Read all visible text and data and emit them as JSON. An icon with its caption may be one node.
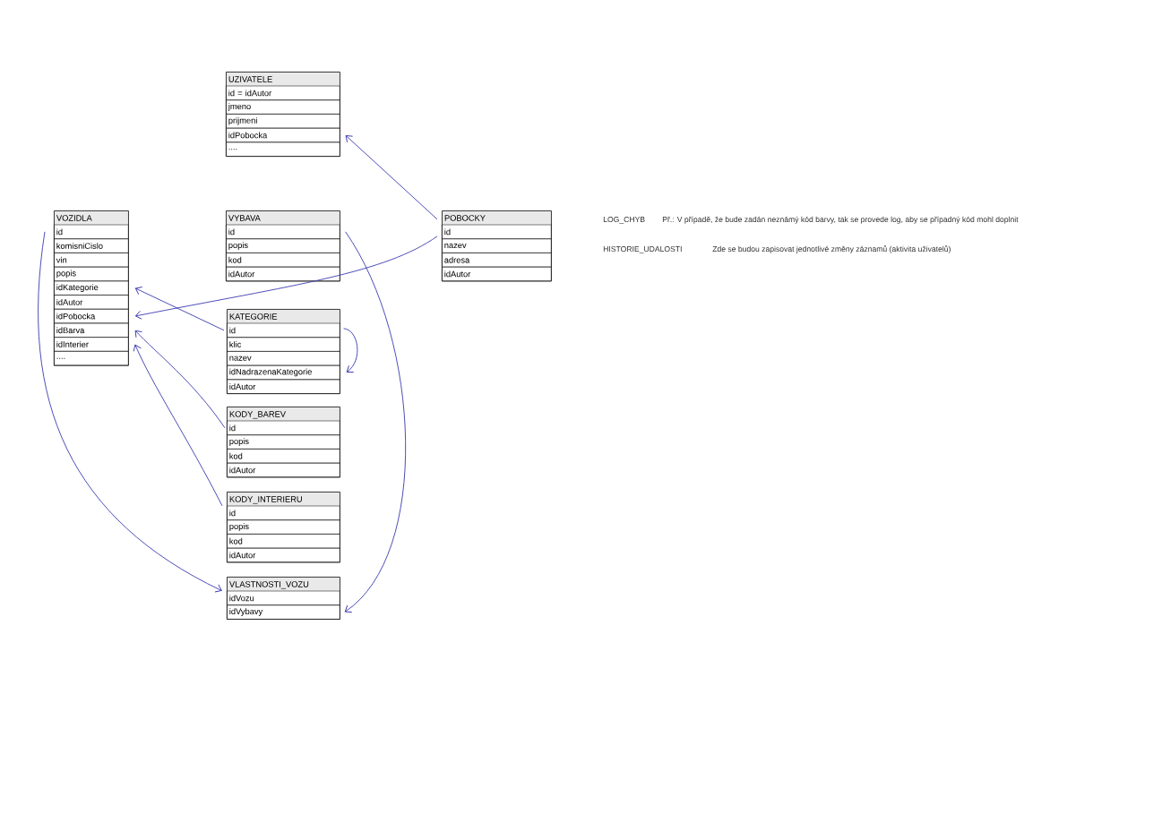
{
  "diagram": {
    "nodes": [
      {
        "text": [
          "UZIVATELE"
        ]
      },
      {
        "text": [
          "id = idAutor"
        ],
        "in": 0
      },
      {
        "text": [
          "jmeno"
        ],
        "in": 0
      },
      {
        "text": [
          "prijmeni"
        ],
        "in": 0
      },
      {
        "text": [
          "idPobocka"
        ],
        "in": 0
      },
      {
        "text": [
          "...."
        ],
        "in": 0
      },
      {
        "text": [
          "VOZIDLA"
        ]
      },
      {
        "text": [
          "id"
        ],
        "in": 6
      },
      {
        "text": [
          "komisniCislo"
        ],
        "in": 6
      },
      {
        "text": [
          "vin"
        ],
        "in": 6
      },
      {
        "text": [
          "popis"
        ],
        "in": 6
      },
      {
        "text": [
          "idKategorie"
        ],
        "in": 6
      },
      {
        "text": [
          "idAutor"
        ],
        "in": 6
      },
      {
        "text": [
          "idPobocka"
        ],
        "in": 6
      },
      {
        "text": [
          "idBarva"
        ],
        "in": 6
      },
      {
        "text": [
          "idInterier"
        ],
        "in": 6
      },
      {
        "text": [
          "...."
        ],
        "in": 6
      },
      {
        "text": [
          "VYBAVA"
        ]
      },
      {
        "text": [
          "id"
        ],
        "in": 17
      },
      {
        "text": [
          "popis"
        ],
        "in": 17
      },
      {
        "text": [
          "kod"
        ],
        "in": 17
      },
      {
        "text": [
          "idAutor"
        ],
        "in": 17
      },
      {
        "text": [
          "POBOCKY"
        ]
      },
      {
        "text": [
          "id"
        ],
        "in": 22
      },
      {
        "text": [
          "nazev"
        ],
        "in": 22
      },
      {
        "text": [
          "adresa"
        ],
        "in": 22
      },
      {
        "text": [
          "idAutor"
        ],
        "in": 22
      },
      {
        "text": [
          "KATEGORIE"
        ]
      },
      {
        "text": [
          "id"
        ],
        "in": 27
      },
      {
        "text": [
          "klic"
        ],
        "in": 27
      },
      {
        "text": [
          "nazev"
        ],
        "in": 27
      },
      {
        "text": [
          "idNadrazenaKategorie"
        ],
        "in": 27
      },
      {
        "text": [
          "idAutor"
        ],
        "in": 27
      },
      {
        "text": [
          "KODY_BAREV"
        ]
      },
      {
        "text": [
          "id"
        ],
        "in": 33
      },
      {
        "text": [
          "popis"
        ],
        "in": 33
      },
      {
        "text": [
          "kod"
        ],
        "in": 33
      },
      {
        "text": [
          "idAutor"
        ],
        "in": 33
      },
      {
        "text": [
          "KODY_INTERIERU"
        ]
      },
      {
        "text": [
          "id"
        ],
        "in": 38
      },
      {
        "text": [
          "popis"
        ],
        "in": 38
      },
      {
        "text": [
          "kod"
        ],
        "in": 38
      },
      {
        "text": [
          "idAutor"
        ],
        "in": 38
      },
      {
        "text": [
          "VLASTNOSTI_VOZU"
        ]
      },
      {
        "text": [
          "idVozu"
        ],
        "in": 43
      },
      {
        "text": [
          "idVybavy"
        ],
        "in": 43
      }
    ],
    "edges": [
      {
        "from": 23,
        "to": 4,
        "arrow": "to"
      },
      {
        "from": 23,
        "to": 13,
        "arrow": "to"
      },
      {
        "from": 28,
        "to": 11,
        "arrow": "to"
      },
      {
        "from": 28,
        "to": 31,
        "arrow": "to"
      },
      {
        "from": 34,
        "to": 14,
        "arrow": "to"
      },
      {
        "from": 39,
        "to": 15,
        "arrow": "to"
      },
      {
        "from": 7,
        "to": 44,
        "arrow": "to"
      },
      {
        "from": 18,
        "to": 45,
        "arrow": "to"
      }
    ],
    "labels": [
      "LOG_CHYB",
      "Př.: V případě, že bude zadán neznámý kód barvy, tak se provede log, aby se případný kód mohl doplnit",
      "HISTORIE_UDALOSTI",
      "Zde se budou zapisovat jednotlivé změny záznamů (aktivita uživatelů)"
    ]
  }
}
